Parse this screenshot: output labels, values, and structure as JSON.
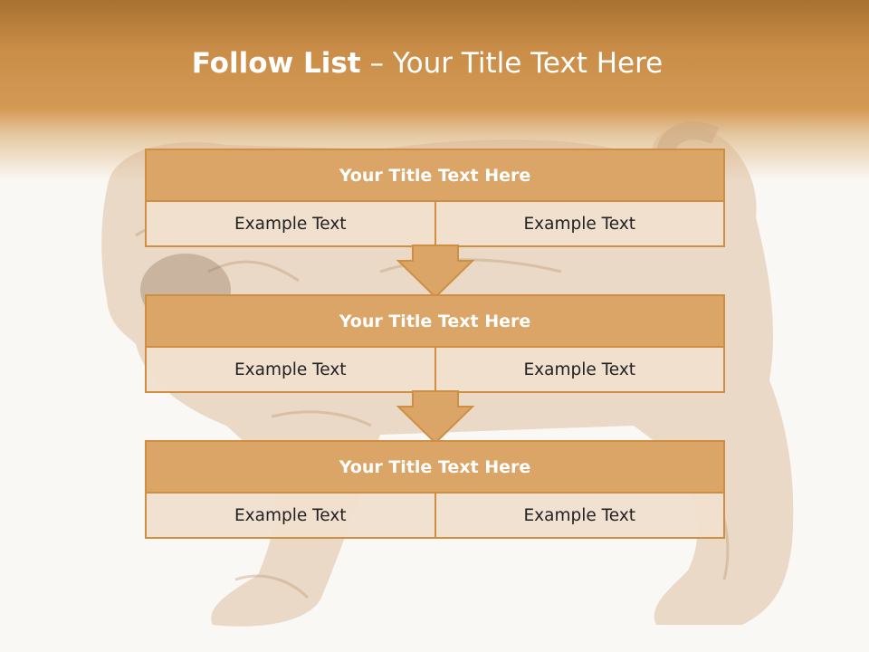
{
  "slide": {
    "title_bold": "Follow List",
    "title_rest": " – Your Title Text Here"
  },
  "steps": [
    {
      "title": "Your Title Text Here",
      "left": "Example Text",
      "right": "Example Text"
    },
    {
      "title": "Your Title Text Here",
      "left": "Example Text",
      "right": "Example Text"
    },
    {
      "title": "Your Title Text Here",
      "left": "Example Text",
      "right": "Example Text"
    }
  ],
  "colors": {
    "accent": "#cf8f43",
    "title_fill": "#daa566",
    "cell_fill": "#f1e0ce",
    "header_band": "#c98d48"
  }
}
